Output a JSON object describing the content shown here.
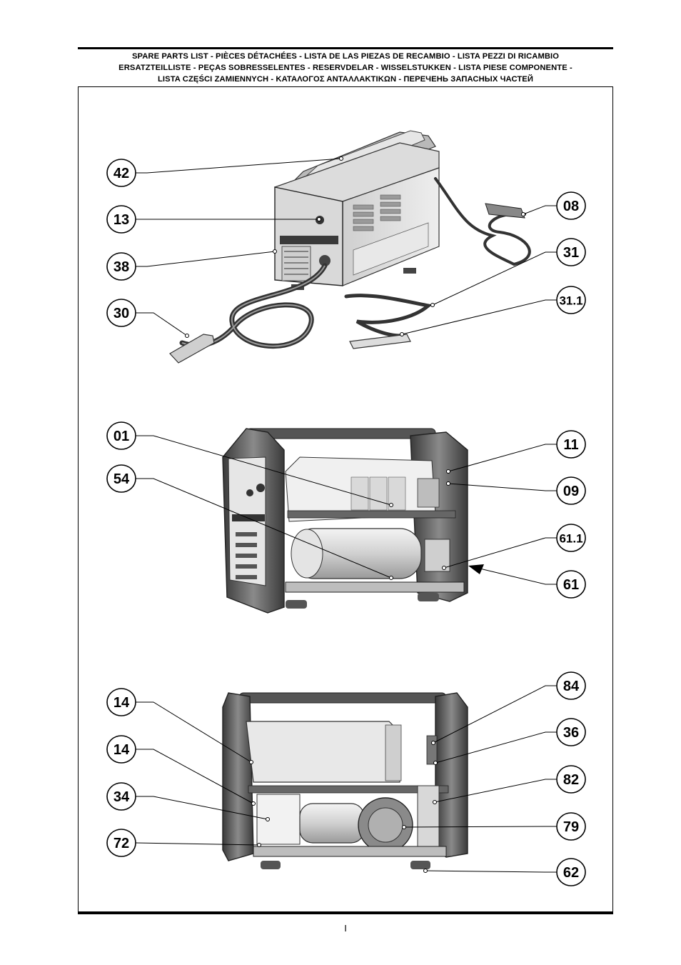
{
  "header": {
    "line1": "SPARE PARTS LIST - PIÈCES DÉTACHÉES - LISTA DE LAS PIEZAS DE RECAMBIO - LISTA PEZZI DI RICAMBIO",
    "line2": "ERSATZTEILLISTE - PEÇAS SOBRESSELENTES - RESERVDELAR - WISSELSTUKKEN - LISTA PIESE COMPONENTE -",
    "line3": "LISTA CZĘŚCI ZAMIENNYCH - ΚΑΤΑΛΟΓΟΣ ΑΝΤΑΛΛΑΚΤΙΚΩΝ - ПЕРЕЧЕНЬ ЗАПАСНЫХ ЧАСТЕЙ"
  },
  "page_number": "I",
  "callouts": {
    "c42": "42",
    "c13": "13",
    "c38": "38",
    "c30": "30",
    "c08": "08",
    "c31": "31",
    "c31_1": "31.1",
    "c01": "01",
    "c54": "54",
    "c11": "11",
    "c09": "09",
    "c61_1": "61.1",
    "c61": "61",
    "c14a": "14",
    "c14b": "14",
    "c34": "34",
    "c72": "72",
    "c84": "84",
    "c36": "36",
    "c82": "82",
    "c79": "79",
    "c62": "62"
  }
}
